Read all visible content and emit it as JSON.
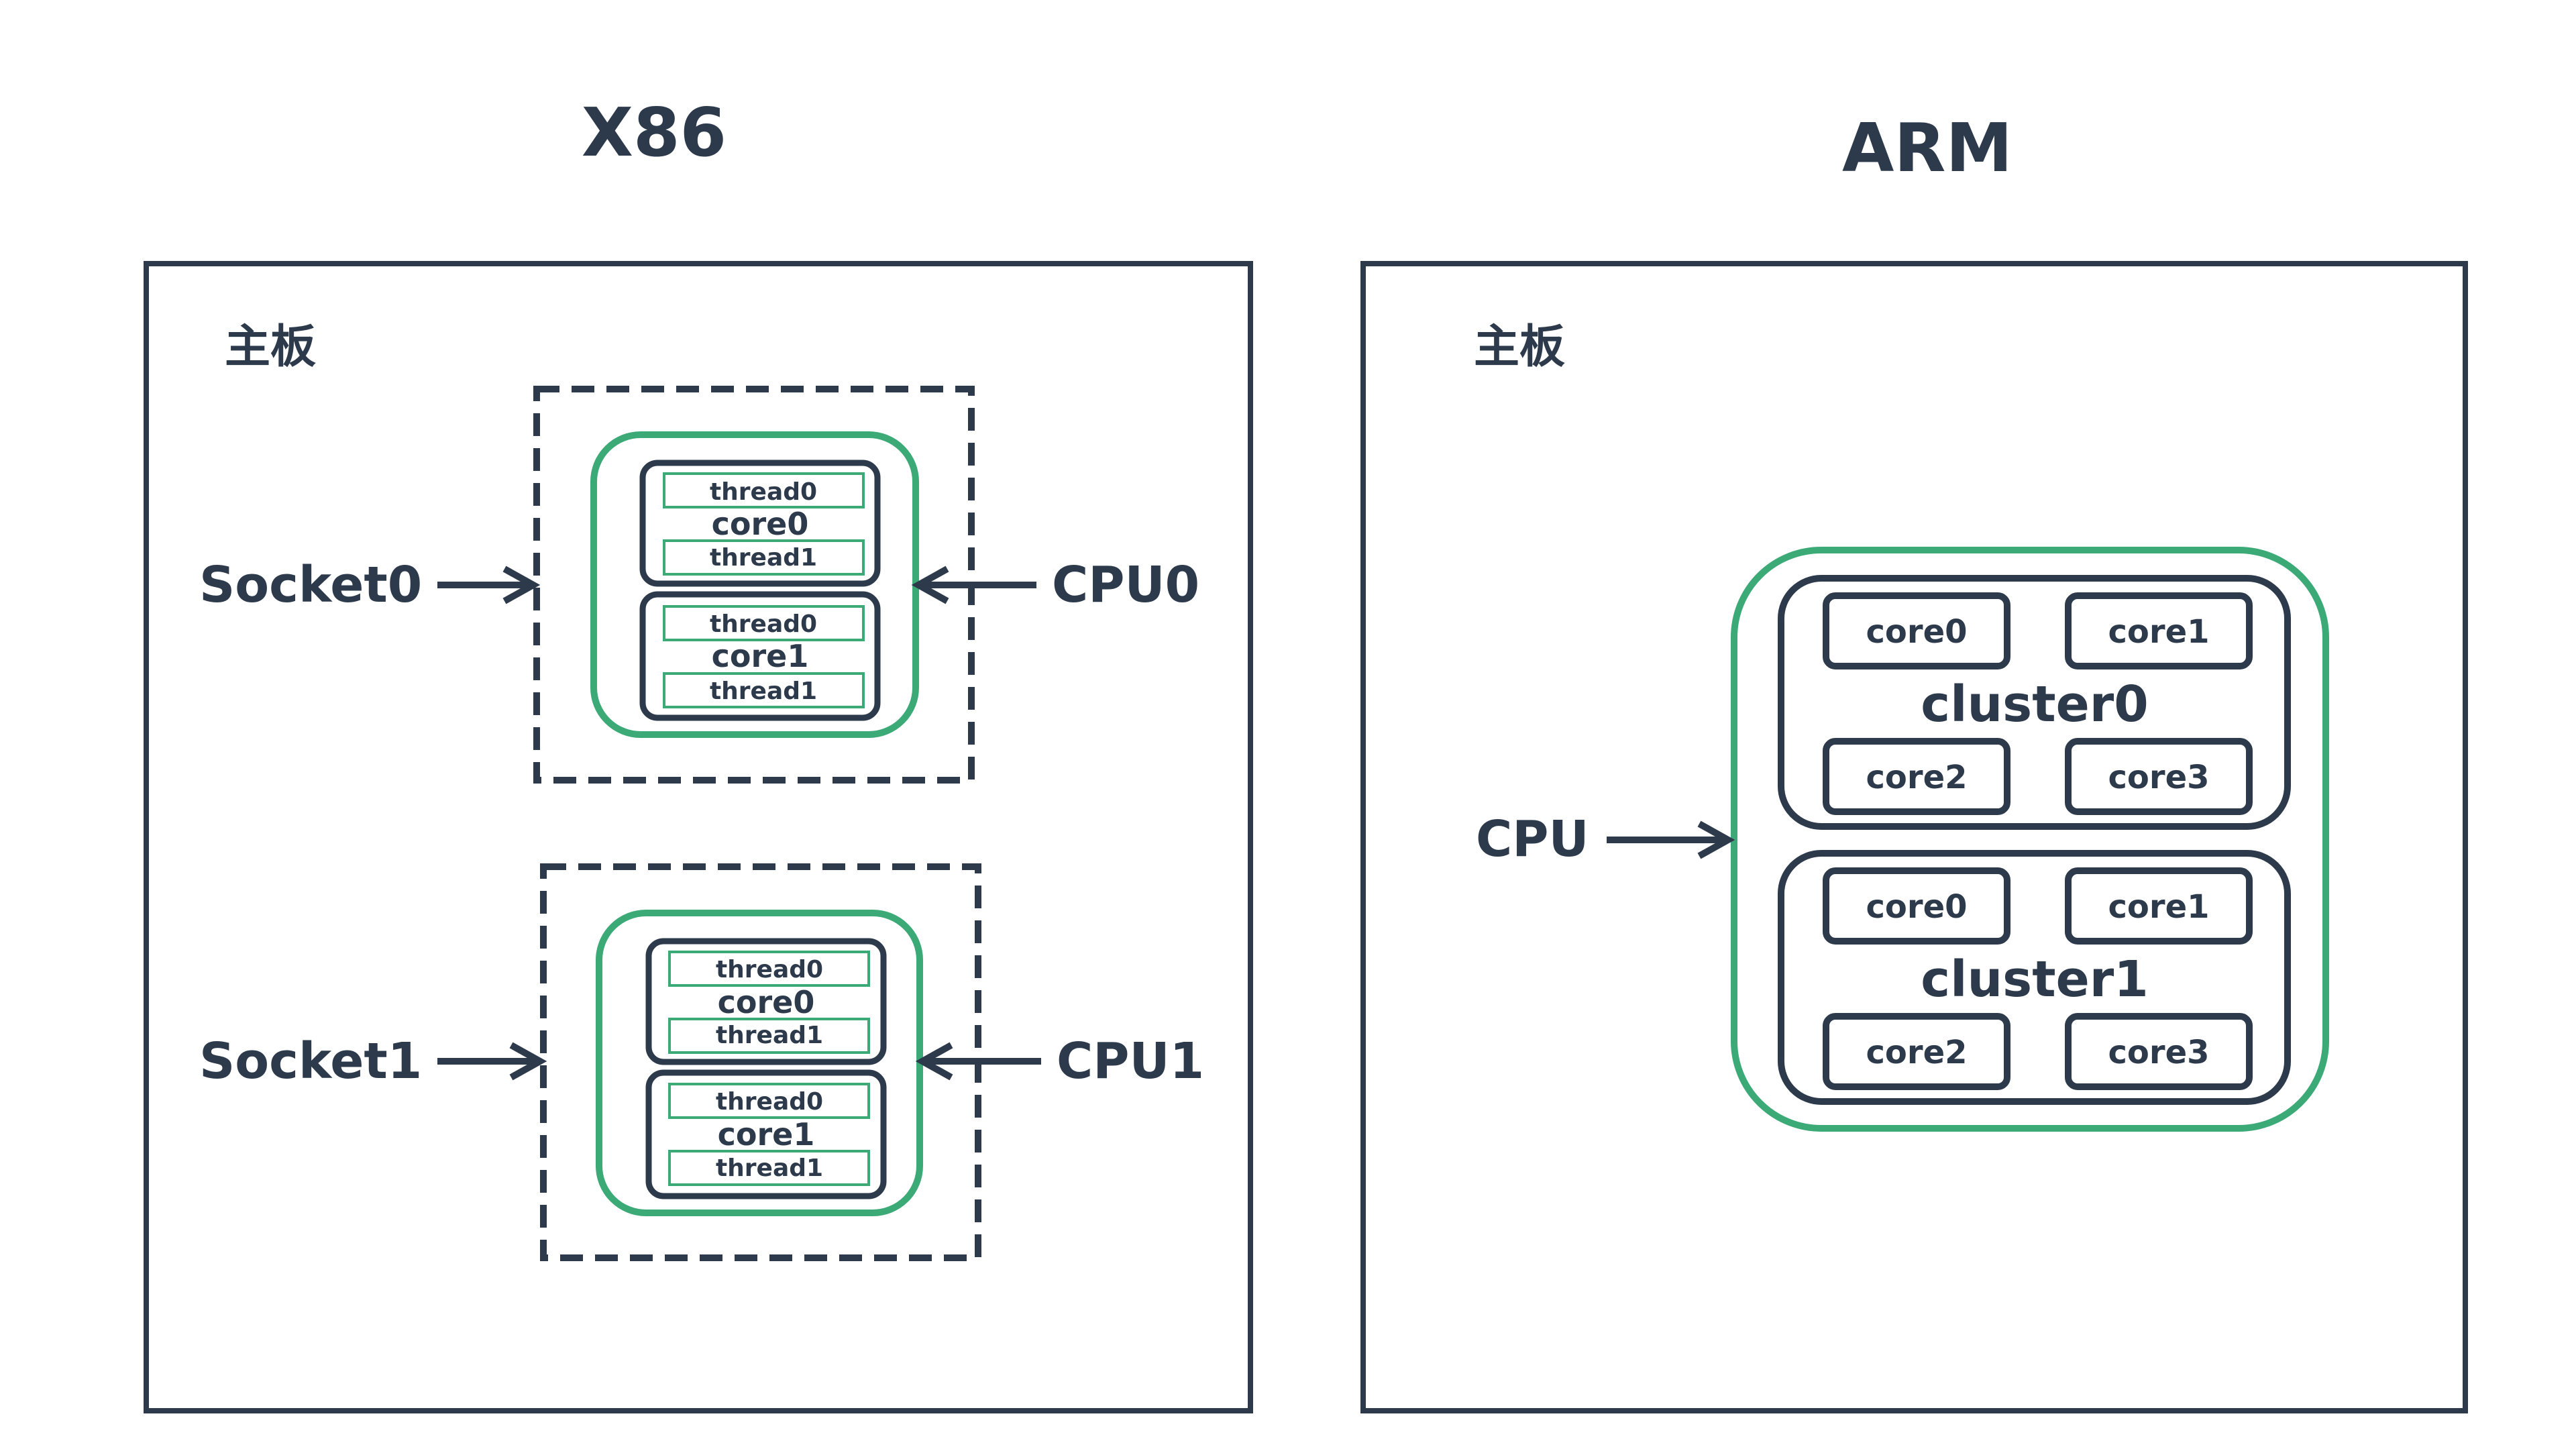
{
  "colors": {
    "dark": "#2d3a4b",
    "green": "#3caa76",
    "background": "#ffffff"
  },
  "x86": {
    "title": "X86",
    "board_label": "主板",
    "sockets": [
      {
        "socket_label": "Socket0",
        "cpu_label": "CPU0",
        "cores": [
          {
            "name": "core0",
            "threads": [
              "thread0",
              "thread1"
            ]
          },
          {
            "name": "core1",
            "threads": [
              "thread0",
              "thread1"
            ]
          }
        ]
      },
      {
        "socket_label": "Socket1",
        "cpu_label": "CPU1",
        "cores": [
          {
            "name": "core0",
            "threads": [
              "thread0",
              "thread1"
            ]
          },
          {
            "name": "core1",
            "threads": [
              "thread0",
              "thread1"
            ]
          }
        ]
      }
    ]
  },
  "arm": {
    "title": "ARM",
    "board_label": "主板",
    "cpu_label": "CPU",
    "clusters": [
      {
        "name": "cluster0",
        "cores": [
          "core0",
          "core1",
          "core2",
          "core3"
        ]
      },
      {
        "name": "cluster1",
        "cores": [
          "core0",
          "core1",
          "core2",
          "core3"
        ]
      }
    ]
  }
}
